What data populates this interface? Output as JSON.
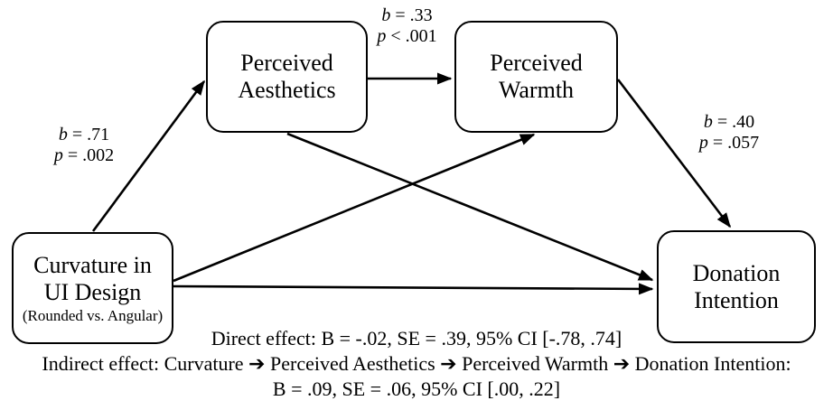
{
  "figure": {
    "type": "mediation-path-diagram",
    "background_color": "#ffffff",
    "line_color": "#000000",
    "nodes": {
      "curvature": {
        "title_line1": "Curvature in",
        "title_line2": "UI Design",
        "subtitle": "(Rounded vs. Angular)"
      },
      "aesthetics": {
        "title_line1": "Perceived",
        "title_line2": "Aesthetics"
      },
      "warmth": {
        "title_line1": "Perceived",
        "title_line2": "Warmth"
      },
      "donation": {
        "title_line1": "Donation",
        "title_line2": "Intention"
      }
    },
    "edges": [
      {
        "from": "curvature",
        "to": "aesthetics",
        "label_ref": "a"
      },
      {
        "from": "aesthetics",
        "to": "warmth",
        "label_ref": "b"
      },
      {
        "from": "warmth",
        "to": "donation",
        "label_ref": "c"
      },
      {
        "from": "curvature",
        "to": "warmth",
        "label_ref": ""
      },
      {
        "from": "aesthetics",
        "to": "donation",
        "label_ref": ""
      },
      {
        "from": "curvature",
        "to": "donation",
        "label_ref": ""
      }
    ],
    "path_labels": {
      "a": {
        "var1": "b",
        "val1": "= .71",
        "var2": "p",
        "val2": "= .002"
      },
      "b": {
        "var1": "b",
        "val1": "= .33",
        "var2": "p",
        "val2": "< .001"
      },
      "c": {
        "var1": "b",
        "val1": "= .40",
        "var2": "p",
        "val2": "= .057"
      }
    },
    "notes": {
      "line1": "Direct effect: B = -.02, SE = .39, 95% CI [-.78, .74]",
      "line2": "Indirect effect: Curvature ➔ Perceived Aesthetics ➔ Perceived Warmth ➔ Donation Intention:",
      "line3": "B = .09, SE = .06, 95% CI [.00, .22]"
    }
  }
}
